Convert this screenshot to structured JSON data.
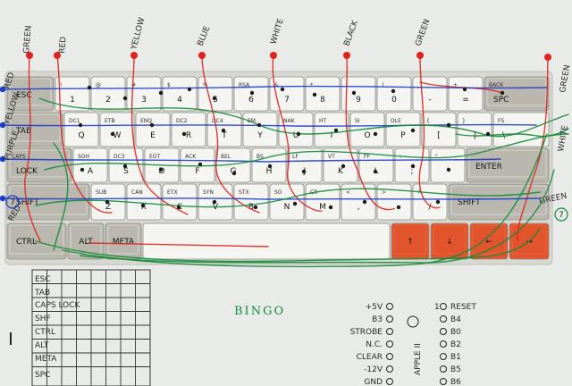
{
  "keyboard": {
    "row1": [
      {
        "main": "ESC",
        "sub": ""
      },
      {
        "main": "1",
        "sub": "!"
      },
      {
        "main": "2",
        "sub": "@"
      },
      {
        "main": "3",
        "sub": "#"
      },
      {
        "main": "4",
        "sub": "$"
      },
      {
        "main": "5",
        "sub": "%"
      },
      {
        "main": "6",
        "sub": "RSA"
      },
      {
        "main": "7",
        "sub": "&"
      },
      {
        "main": "8",
        "sub": "*"
      },
      {
        "main": "9",
        "sub": "("
      },
      {
        "main": "0",
        "sub": ")"
      },
      {
        "main": "-",
        "sub": "_"
      },
      {
        "main": "=",
        "sub": "+"
      },
      {
        "main": "SPC",
        "sub": "BACK"
      }
    ],
    "row2": [
      {
        "main": "TAB",
        "sub": ""
      },
      {
        "main": "Q",
        "sub": "DC1"
      },
      {
        "main": "W",
        "sub": "ETB"
      },
      {
        "main": "E",
        "sub": "ENQ"
      },
      {
        "main": "R",
        "sub": "DC2"
      },
      {
        "main": "T",
        "sub": "DC4"
      },
      {
        "main": "Y",
        "sub": "EM"
      },
      {
        "main": "U",
        "sub": "NAK"
      },
      {
        "main": "I",
        "sub": "HT"
      },
      {
        "main": "O",
        "sub": "SI"
      },
      {
        "main": "P",
        "sub": "DLE"
      },
      {
        "main": "[",
        "sub": "{"
      },
      {
        "main": "]",
        "sub": "}"
      },
      {
        "main": "\\",
        "sub": "FS"
      }
    ],
    "row3": [
      {
        "main": "LOCK",
        "sub": "CAPS"
      },
      {
        "main": "A",
        "sub": "SOH"
      },
      {
        "main": "S",
        "sub": "DC3"
      },
      {
        "main": "D",
        "sub": "EOT"
      },
      {
        "main": "F",
        "sub": "ACK"
      },
      {
        "main": "G",
        "sub": "BEL"
      },
      {
        "main": "H",
        "sub": "BS"
      },
      {
        "main": "J",
        "sub": "LF"
      },
      {
        "main": "K",
        "sub": "VT"
      },
      {
        "main": "L",
        "sub": "FF"
      },
      {
        "main": ";",
        "sub": ":"
      },
      {
        "main": "'",
        "sub": "\""
      },
      {
        "main": "ENTER",
        "sub": ""
      }
    ],
    "row4": [
      {
        "main": "SHIFT",
        "sub": ""
      },
      {
        "main": "Z",
        "sub": "SUB"
      },
      {
        "main": "X",
        "sub": "CAN"
      },
      {
        "main": "C",
        "sub": "ETX"
      },
      {
        "main": "V",
        "sub": "SYN"
      },
      {
        "main": "B",
        "sub": "STX"
      },
      {
        "main": "N",
        "sub": "SO"
      },
      {
        "main": "M",
        "sub": "CR"
      },
      {
        "main": ",",
        "sub": "<"
      },
      {
        "main": ".",
        "sub": ">"
      },
      {
        "main": "/",
        "sub": "?"
      },
      {
        "main": "SHIFT",
        "sub": ""
      }
    ],
    "row5": [
      {
        "main": "CTRL"
      },
      {
        "main": "ALT"
      },
      {
        "main": "META"
      },
      {
        "main": ""
      },
      {
        "main": "↑"
      },
      {
        "main": "↓"
      },
      {
        "main": "←"
      },
      {
        "main": "→"
      }
    ]
  },
  "wire_labels_top": [
    "GREEN",
    "RED",
    "YELLOW",
    "BLUE",
    "WHITE",
    "BLACK",
    "GREEN"
  ],
  "wire_labels_left": [
    "RED",
    "YELLOW",
    "PURPLE",
    "RED"
  ],
  "wire_labels_right": [
    "GREEN",
    "WHITE",
    "GREEN"
  ],
  "grid_labels": [
    "ESC",
    "TAB",
    "CAPS LOCK",
    "SHF",
    "CTRL",
    "ALT",
    "META",
    "SPC"
  ],
  "bingo": "BINGO",
  "pinout_left": [
    "+5V",
    "B3",
    "STROBE",
    "N.C.",
    "CLEAR",
    "-12V",
    "GND"
  ],
  "pinout_right": [
    "RESET",
    "B4",
    "B0",
    "B2",
    "B1",
    "B5",
    "B6"
  ],
  "pinout_vertical": "APPLE II",
  "colors": {
    "keycap_light": "#f4f5f1",
    "keycap_dark": "#b9b7ae",
    "arrow_orange": "#e2542b",
    "keyboard_base": "#d8d8d2",
    "wire_red": "#e0231e",
    "wire_green": "#168a3a",
    "wire_blue": "#1d3cc8"
  }
}
